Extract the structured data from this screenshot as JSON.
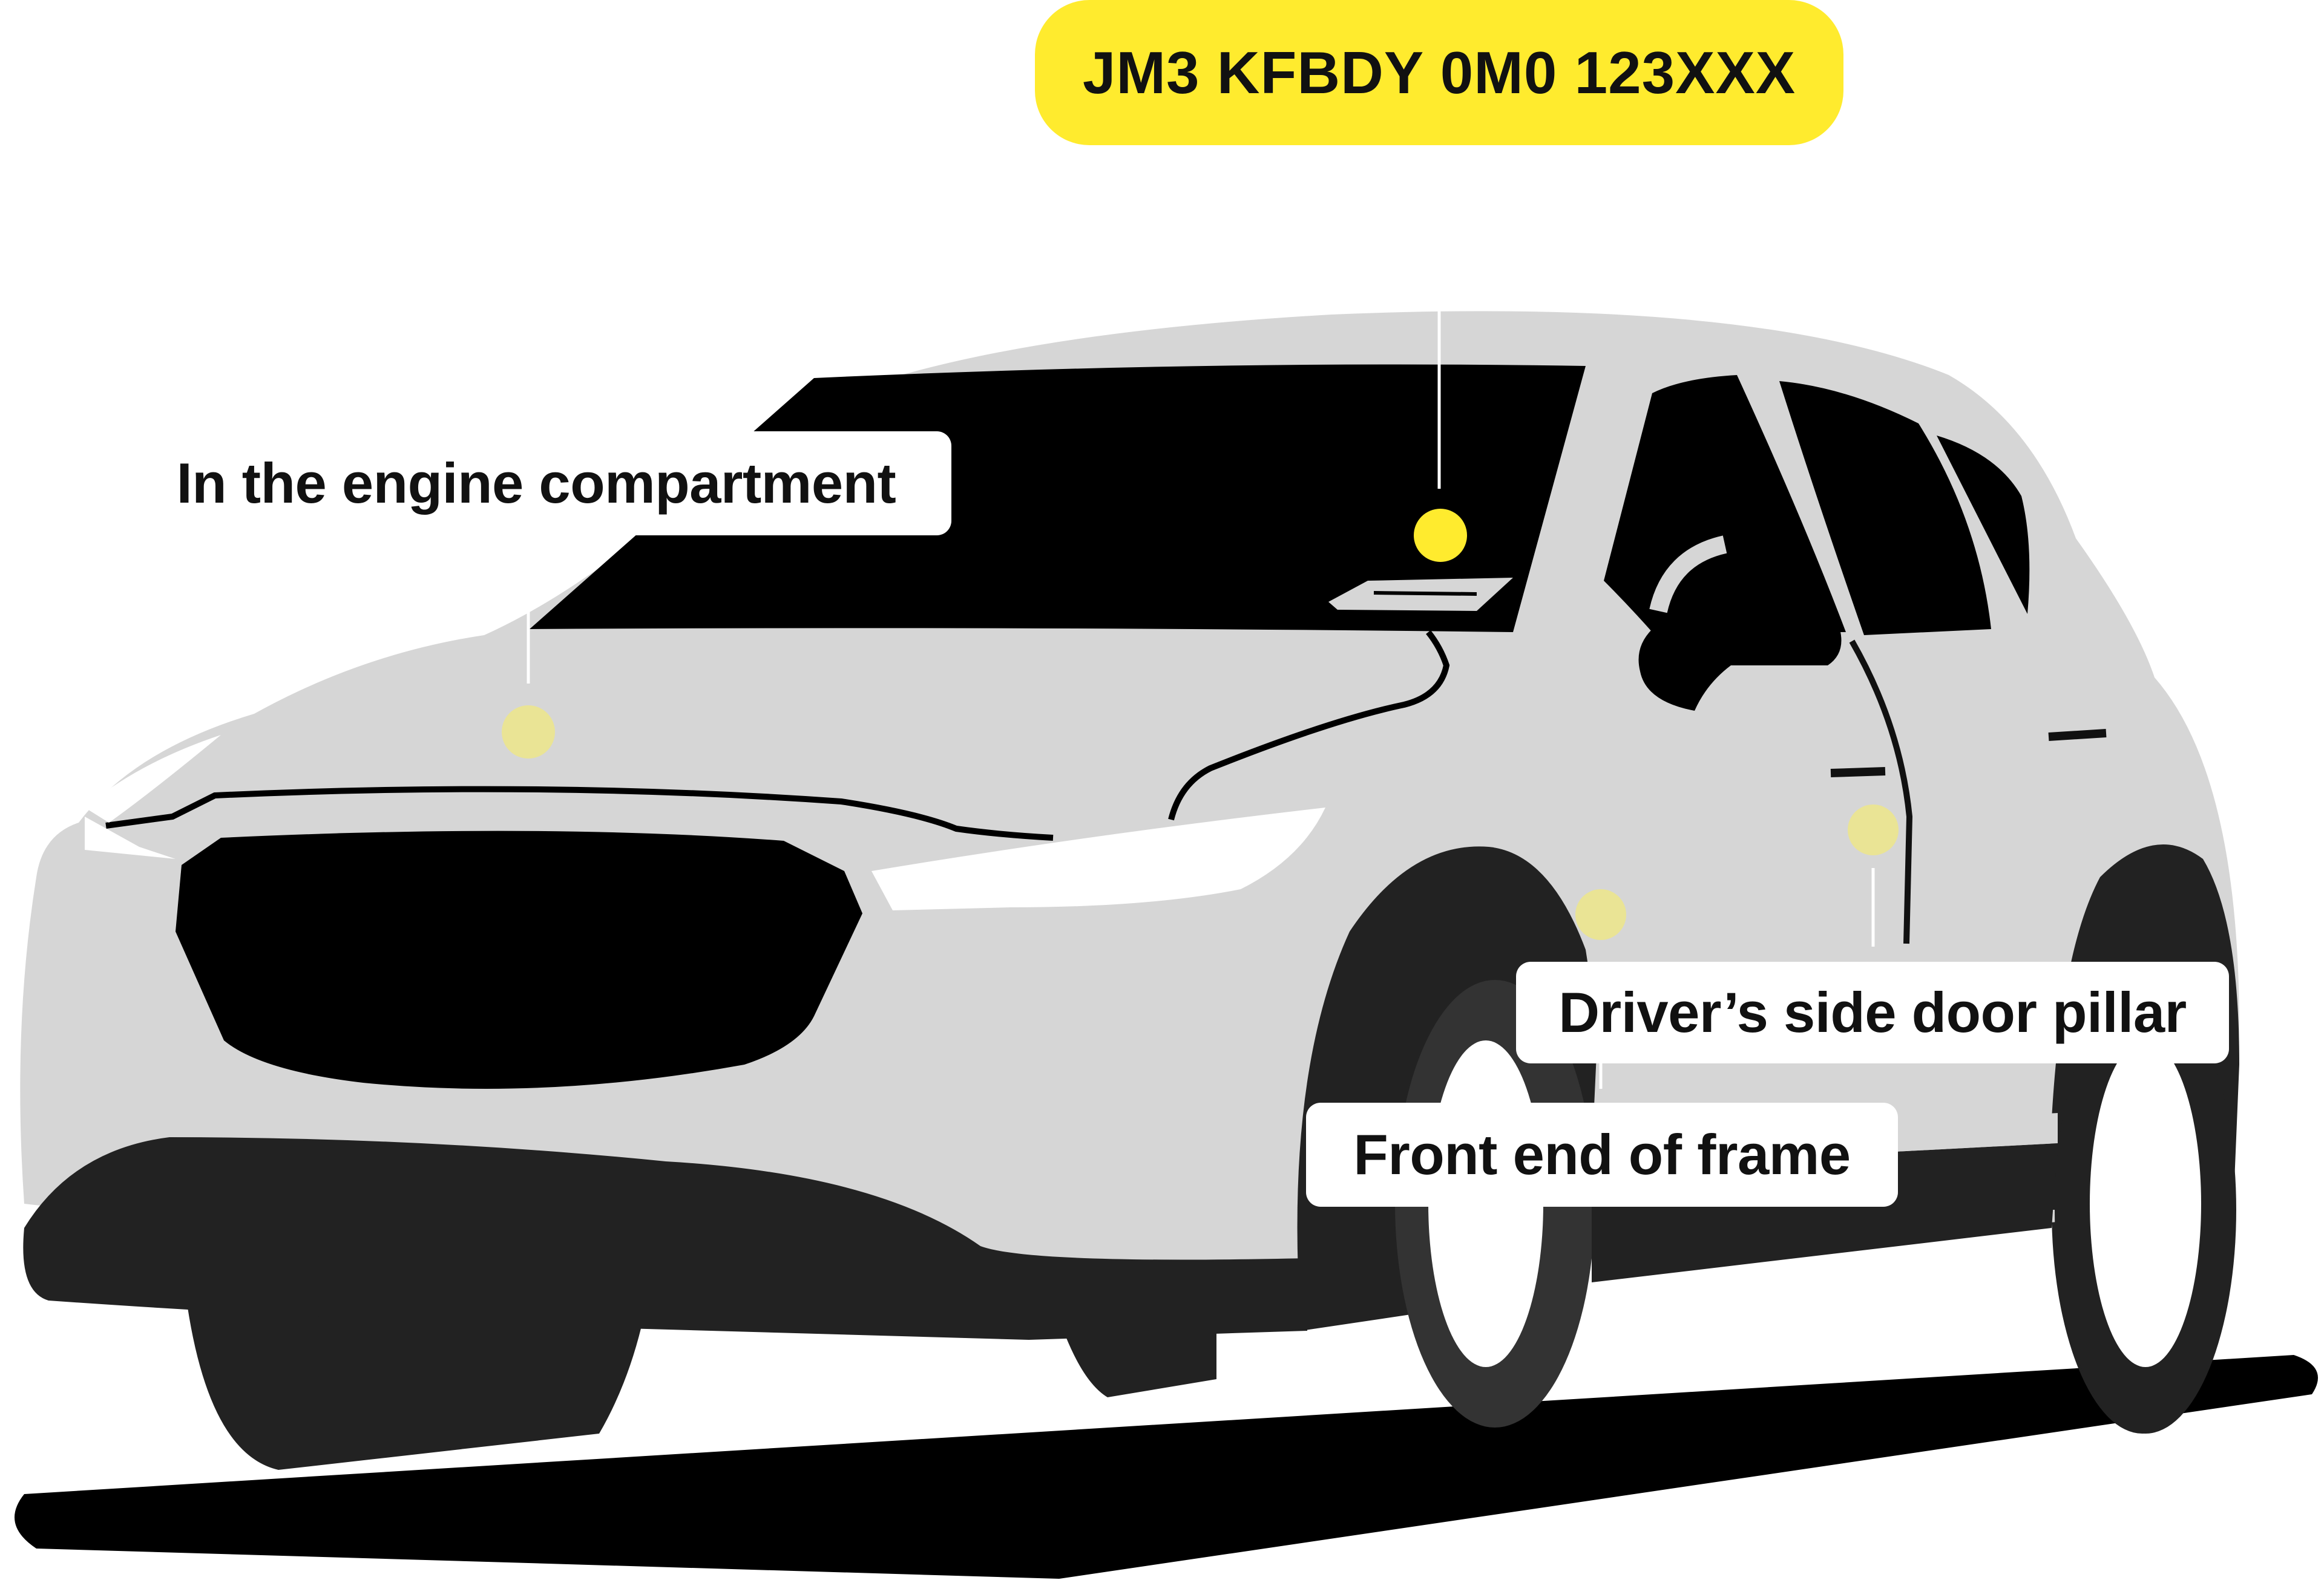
{
  "vin": {
    "text": "JM3 KFBDY 0M0 123XXX"
  },
  "locations": [
    {
      "id": "engine",
      "label": "In the engine compartment"
    },
    {
      "id": "pillar",
      "label": "Driver’s side door pillar"
    },
    {
      "id": "frame",
      "label": "Front end of frame"
    }
  ],
  "colors": {
    "accent_yellow": "#FFEB2E",
    "marker_yellow": "#EDE68A",
    "body_gray": "#D6D6D6",
    "dark": "#000000",
    "tire": "#222222",
    "label_bg": "#FFFFFF"
  }
}
